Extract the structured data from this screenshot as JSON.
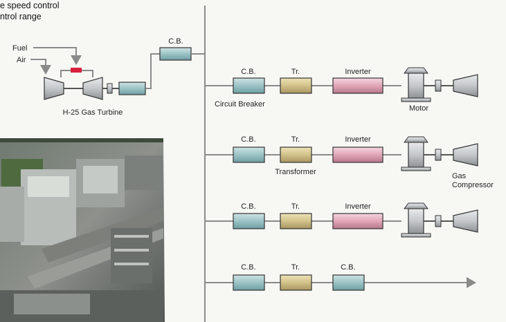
{
  "header": {
    "lines": [
      "e speed control",
      "ntrol range"
    ]
  },
  "turbine_section": {
    "fuel_label": "Fuel",
    "air_label": "Air",
    "turbine_label": "H-25 Gas Turbine",
    "cb_label": "C.B."
  },
  "rows": [
    {
      "cb_label": "C.B.",
      "tr_label": "Tr.",
      "inv_label": "Inverter",
      "cb_caption": "Circuit Breaker",
      "motor_caption": "Motor"
    },
    {
      "cb_label": "C.B.",
      "tr_label": "Tr.",
      "inv_label": "Inverter",
      "tr_caption": "Transformer",
      "compressor_caption_1": "Gas",
      "compressor_caption_2": "Compressor"
    },
    {
      "cb_label": "C.B.",
      "tr_label": "Tr.",
      "inv_label": "Inverter"
    },
    {
      "cb_label": "C.B.",
      "tr_label": "Tr.",
      "cb2_label": "C.B."
    }
  ],
  "colors": {
    "bus_line": "#8a8a8a",
    "cb_fill": "#9cc3c6",
    "tr_fill": "#d2c28a",
    "inv_fill": "#e0a6b8",
    "machine_fill": "#c4c7ca",
    "valve_red": "#d8203c"
  },
  "photo": {
    "subject": "gas turbine power plant photo"
  }
}
